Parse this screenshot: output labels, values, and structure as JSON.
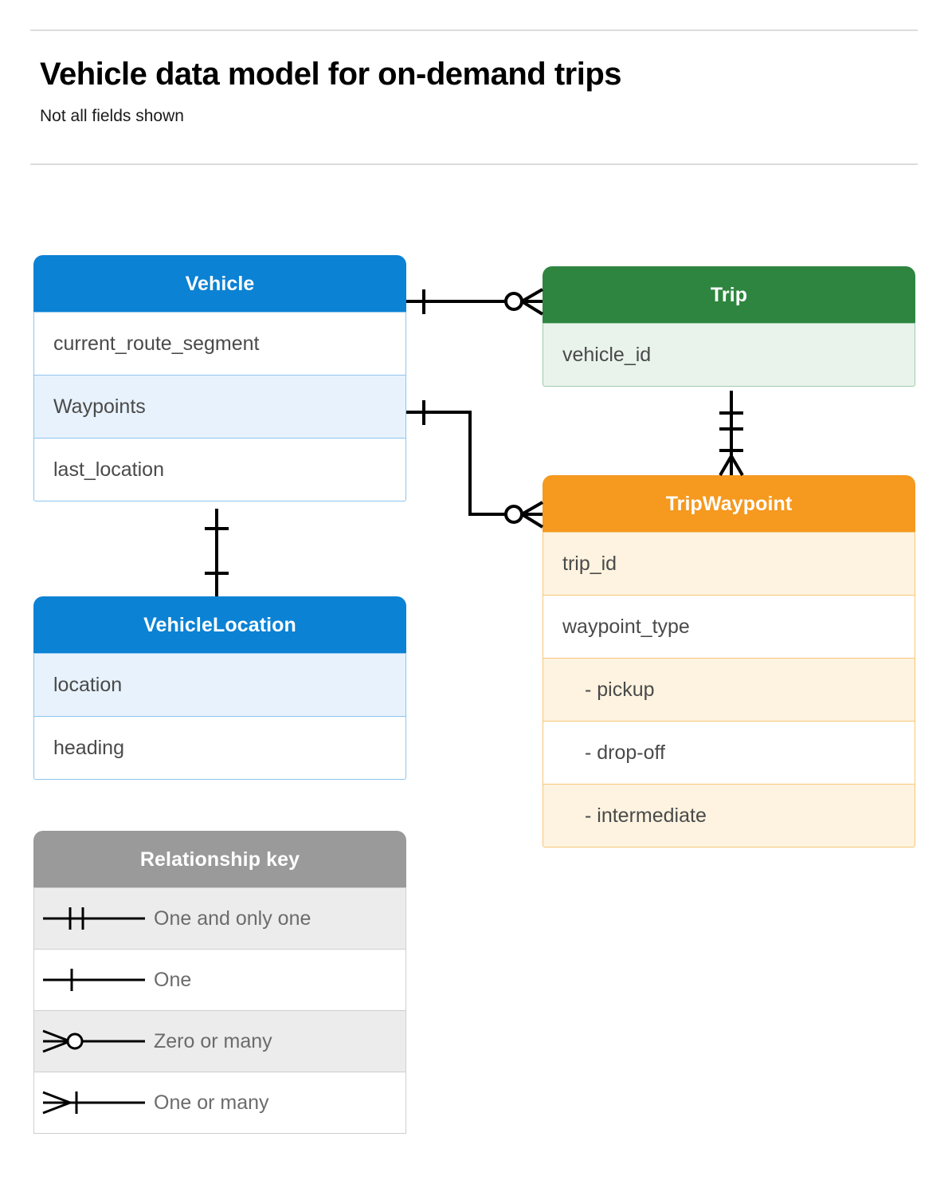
{
  "header": {
    "title": "Vehicle data model for on-demand trips",
    "subtitle": "Not all fields shown"
  },
  "colors": {
    "vehicle": "#0b82d4",
    "trip": "#2e8540",
    "tripwaypoint": "#f5991f",
    "legend": "#9a9a9a",
    "connector": "#000000",
    "row_text": "#4a4a4a"
  },
  "entities": [
    {
      "id": "vehicle",
      "name": "Vehicle",
      "theme": "blue",
      "fields": [
        {
          "label": "current_route_segment",
          "highlight": false
        },
        {
          "label": "Waypoints",
          "highlight": true
        },
        {
          "label": "last_location",
          "highlight": false
        }
      ]
    },
    {
      "id": "trip",
      "name": "Trip",
      "theme": "green",
      "fields": [
        {
          "label": "vehicle_id",
          "highlight": true
        }
      ]
    },
    {
      "id": "tripwaypoint",
      "name": "TripWaypoint",
      "theme": "orange",
      "fields": [
        {
          "label": "trip_id",
          "highlight": true
        },
        {
          "label": "waypoint_type",
          "highlight": false
        },
        {
          "label": "- pickup",
          "highlight": true,
          "indent": true
        },
        {
          "label": "- drop-off",
          "highlight": false,
          "indent": true
        },
        {
          "label": "- intermediate",
          "highlight": true,
          "indent": true
        }
      ]
    },
    {
      "id": "vehiclelocation",
      "name": "VehicleLocation",
      "theme": "blue",
      "fields": [
        {
          "label": "location",
          "highlight": true
        },
        {
          "label": "heading",
          "highlight": false
        }
      ]
    }
  ],
  "legend": {
    "title": "Relationship key",
    "items": [
      {
        "symbol": "one-and-only-one",
        "label": "One and only one"
      },
      {
        "symbol": "one",
        "label": "One"
      },
      {
        "symbol": "zero-or-many",
        "label": "Zero or many"
      },
      {
        "symbol": "one-or-many",
        "label": "One or many"
      }
    ]
  },
  "relationships": [
    {
      "id": "vehicle-to-trip",
      "from": "Vehicle",
      "to": "Trip",
      "from_cardinality": "One",
      "to_cardinality": "Zero or many"
    },
    {
      "id": "vehicle-waypoints-to-tripwaypoint",
      "from": "Vehicle.Waypoints",
      "to": "TripWaypoint",
      "from_cardinality": "One",
      "to_cardinality": "Zero or many"
    },
    {
      "id": "trip-to-tripwaypoint",
      "from": "Trip",
      "to": "TripWaypoint",
      "from_cardinality": "One and only one",
      "to_cardinality": "One or many"
    },
    {
      "id": "vehicle-to-vehiclelocation",
      "from": "Vehicle",
      "to": "VehicleLocation",
      "from_cardinality": "One",
      "to_cardinality": "One"
    }
  ]
}
